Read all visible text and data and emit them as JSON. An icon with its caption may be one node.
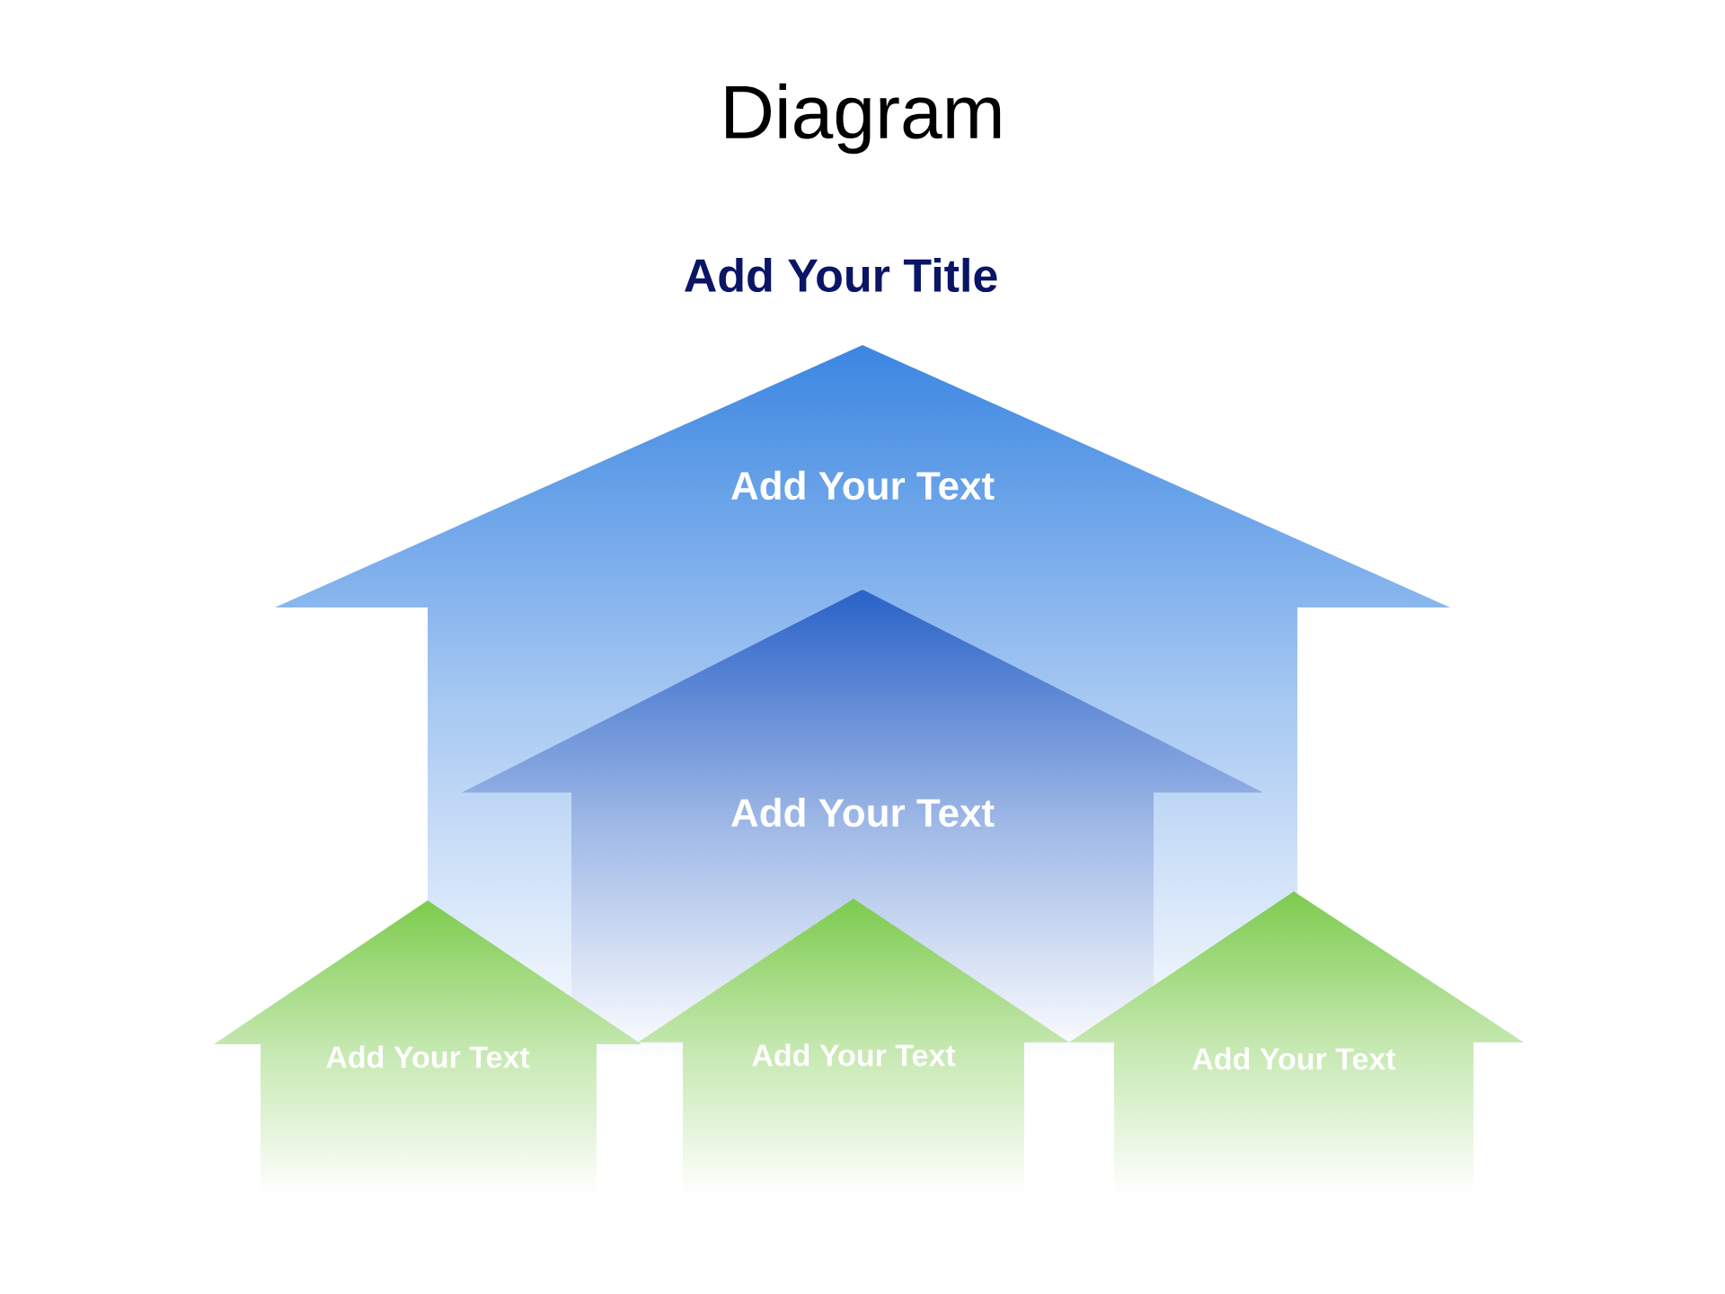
{
  "diagram": {
    "title": "Diagram",
    "nodes": [
      {
        "text": [
          "Add Your Text"
        ]
      },
      {
        "text": [
          "Add Your Text"
        ]
      },
      {
        "text": [
          "Add Your Text"
        ]
      },
      {
        "text": [
          "Add Your Text"
        ]
      },
      {
        "text": [
          "Add Your Text"
        ]
      }
    ],
    "labels": [
      "Add Your Title"
    ]
  }
}
